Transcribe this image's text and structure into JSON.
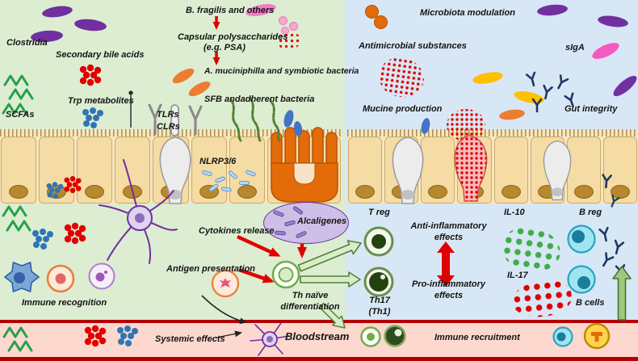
{
  "palette": {
    "lumen_left_bg": "#dcedd2",
    "lumen_right_bg": "#d8e7f5",
    "bloodstream_bg": "#fdd8cf",
    "vessel_wall": "#b30000",
    "epithelium": "#f5dca4",
    "clostridia_purple": "#7030a0",
    "bile_acid_red": "#e00000",
    "scfa_green": "#24a049",
    "trp_blue": "#2e75b6",
    "mucinophila_orange": "#ed7d31",
    "antibody_navy": "#1f3864",
    "arrow_red": "#e00000",
    "arrow_green_fill": "#d9ecc9",
    "arrow_green_stroke": "#538135"
  },
  "lumen_left": {
    "clostridia": "Clostridia",
    "secondary_bile_acids": "Secondary bile acids",
    "scfas": "SCFAs",
    "trp_metabolites": "Trp metabolites",
    "b_fragilis": "B. fragilis and others",
    "capsular_polysaccharides": "Capsular polysaccharides",
    "psa": "(e.g. PSA)",
    "a_muciniphilla": "A. muciniphilla and symbiotic bacteria",
    "sfb": "SFB andadherent bacteria",
    "tlrs": "TLRs",
    "clrs": "CLRs",
    "nlrp36": "NLRP3/6"
  },
  "lumen_right": {
    "microbiota_modulation": "Microbiota modulation",
    "antimicrobial_substances": "Antimicrobial substances",
    "siga": "sIgA",
    "mucine_production": "Mucine production",
    "gut_integrity": "Gut integrity"
  },
  "tissue_left": {
    "immune_recognition": "Immune recognition",
    "cytokines_release": "Cytokines release",
    "antigen_presentation": "Antigen presentation",
    "alcaligenes": "Alcaligenes",
    "th_naive": "Th naïve differentiation"
  },
  "tissue_right": {
    "t_reg": "T reg",
    "th17": "Th17 (Th1)",
    "anti_inflammatory": "Anti-inflammatory effects",
    "pro_inflammatory": "Pro-inflammatory effects",
    "il10": "IL-10",
    "il17": "IL-17",
    "b_reg": "B reg",
    "b_cells": "B cells"
  },
  "bloodstream": {
    "systemic_effects": "Systemic effects",
    "label": "Bloodstream",
    "immune_recruitment": "Immune recruitment"
  }
}
